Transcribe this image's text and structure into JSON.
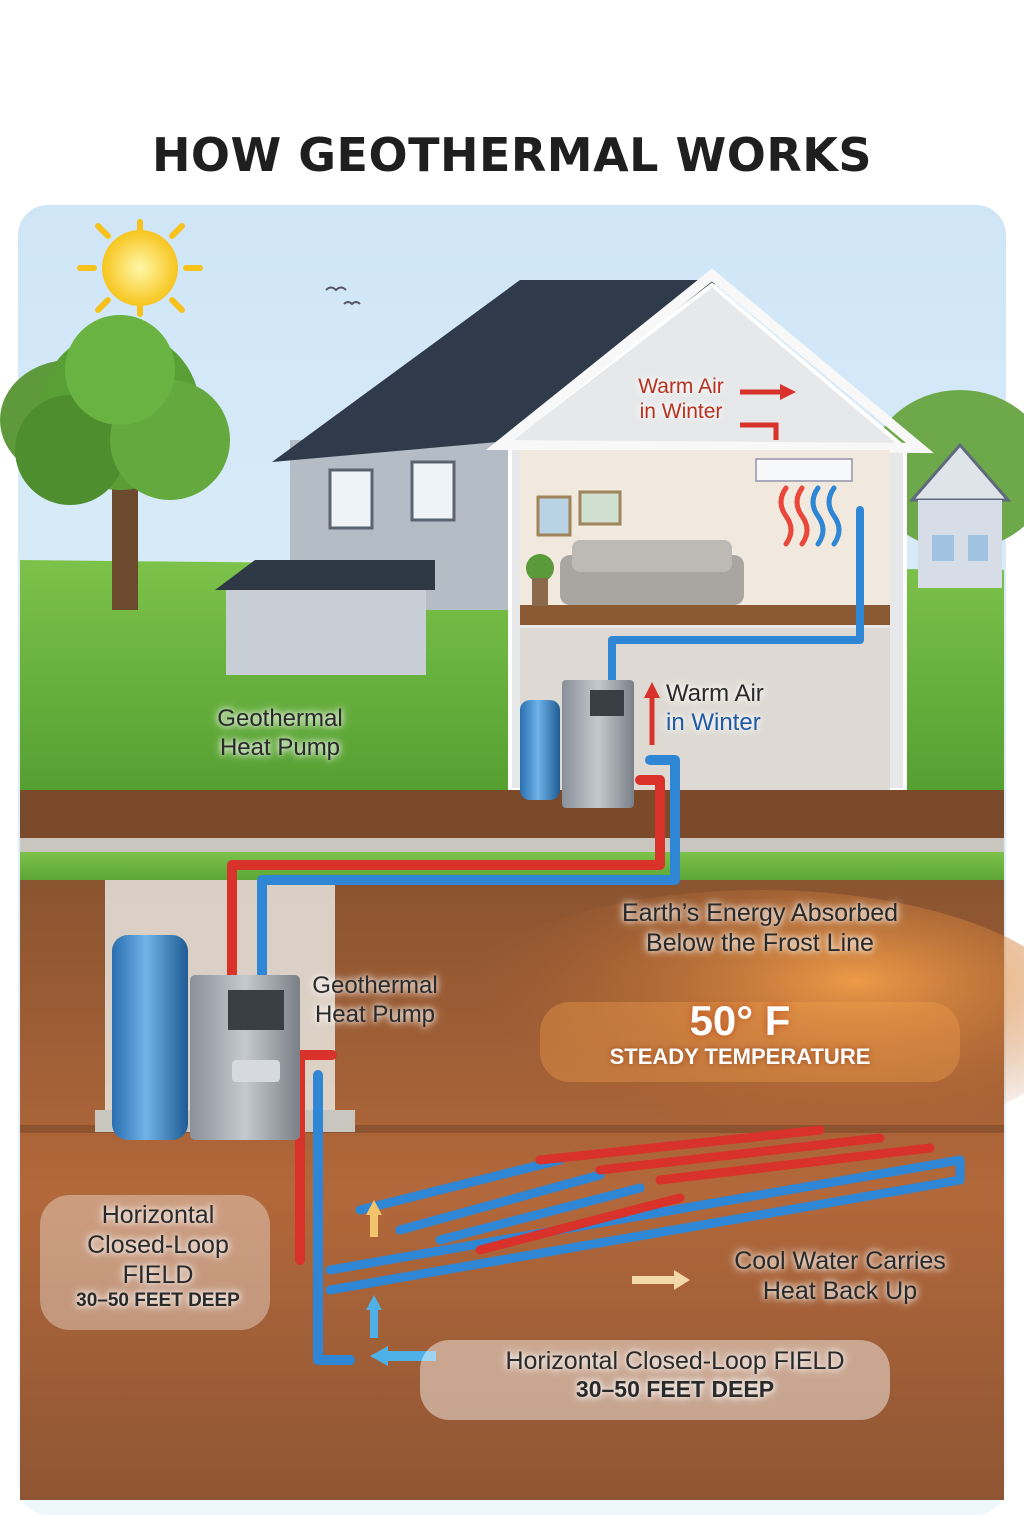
{
  "title": "HOW GEOTHERMAL WORKS",
  "labels": {
    "warm_air_top_1": "Warm Air",
    "warm_air_top_2": "in Winter",
    "warm_air_mid_1": "Warm Air",
    "warm_air_mid_2": "in Winter",
    "heat_pump_lawn_1": "Geothermal",
    "heat_pump_lawn_2": "Heat Pump",
    "heat_pump_under_1": "Geothermal",
    "heat_pump_under_2": "Heat Pump",
    "earth_energy_1": "Earth’s Energy Absorbed",
    "earth_energy_2": "Below the Frost Line",
    "temp_value": "50° F",
    "temp_caption": "STEADY TEMPERATURE",
    "loop_left_1": "Horizontal",
    "loop_left_2": "Closed-Loop",
    "loop_left_3": "FIELD",
    "loop_left_4": "30–50 FEET DEEP",
    "cool_water_1": "Cool Water Carries",
    "cool_water_2": "Heat Back Up",
    "loop_bottom_1": "Horizontal Closed-Loop FIELD",
    "loop_bottom_2": "30–50 FEET DEEP"
  },
  "colors": {
    "hot_pipe": "#d8322a",
    "cold_pipe": "#2f86d4",
    "warm_text": "#b8321f",
    "cool_text": "#1f5aa8",
    "soil": "#9a5a32",
    "grass": "#5fa83a",
    "sky": "#d9ecf8"
  },
  "icons": [
    "sun-icon",
    "birds-icon",
    "house-icon",
    "tree-icon",
    "heat-pump-icon",
    "water-tank-icon",
    "air-vent-icon",
    "sofa-icon"
  ]
}
